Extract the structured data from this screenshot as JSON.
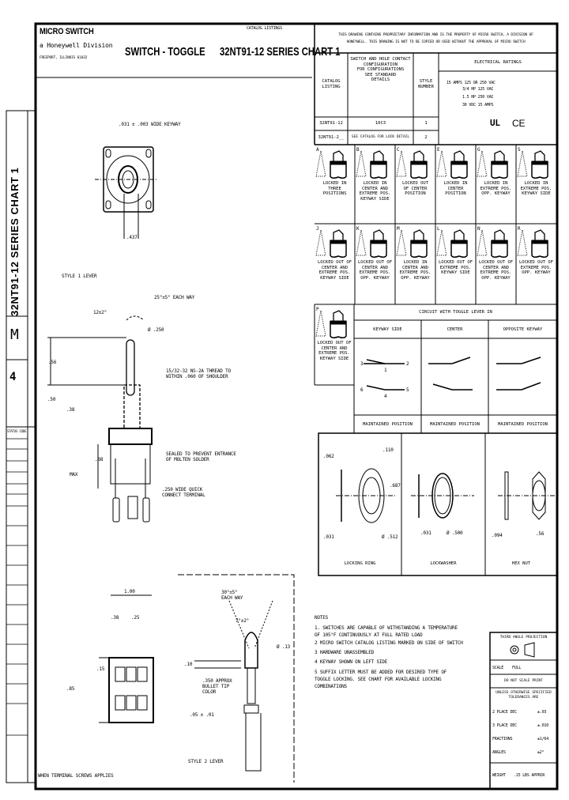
{
  "title_block": {
    "logo": "MICRO SWITCH",
    "division": "a Honeywell Division",
    "address": "FREEPORT, ILLINOIS 61032",
    "title": "SWITCH - TOGGLE",
    "chart": "32NT91-12 SERIES CHART 1",
    "catalog_listings": "CATALOG LISTINGS"
  },
  "proprietary_note": "THIS DRAWING CONTAINS PROPRIETARY INFORMATION AND IS THE PROPERTY OF MICRO SWITCH, A DIVISION OF\nHONEYWELL. THIS DRAWING IS NOT TO BE COPIED OR USED WITHOUT THE APPROVAL OF MICRO SWITCH",
  "listing_table": {
    "headers": [
      "CATALOG\nLISTING",
      "SWITCH AND HOLE CONTACT\nCONFIGURATION\nFOR CONFIGURATIONS\nSEE STANDARD\nDETAILS",
      "STYLE\nNUMBER",
      "ELECTRICAL RATINGS"
    ],
    "rows": [
      [
        "32NT91-12",
        "10C3",
        "1"
      ],
      [
        "32NT91-2__",
        "SEE CATALOG FOR LOCK DETAIL",
        "2"
      ]
    ],
    "ratings": [
      "15 AMPS 125 OR 250 VAC",
      "3/4 HP 125 VAC",
      "1.5 HP 250 VAC",
      "30 VDC 15 AMPS"
    ],
    "certifications": [
      "UL",
      "CE"
    ]
  },
  "toggle_locks": [
    {
      "letter": "A",
      "label": "LOCKED IN\nTHREE\nPOSITIONS"
    },
    {
      "letter": "B",
      "label": "LOCKED IN\nCENTER AND\nEXTREME POS.\nKEYWAY SIDE"
    },
    {
      "letter": "C",
      "label": "LOCKED OUT\nOF CENTER\nPOSITION"
    },
    {
      "letter": "E",
      "label": "LOCKED IN\nCENTER\nPOSITION"
    },
    {
      "letter": "G",
      "label": "LOCKED IN\nEXTREME POS.\nOPP. KEYWAY"
    },
    {
      "letter": "S",
      "label": "LOCKED IN\nEXTREME POS.\nKEYWAY SIDE"
    },
    {
      "letter": "J",
      "label": "LOCKED OUT OF\nCENTER AND\nEXTREME POS.\nKEYWAY SIDE"
    },
    {
      "letter": "K",
      "label": "LOCKED OUT OF\nCENTER AND\nEXTREME POS.\nOPP. KEYWAY"
    },
    {
      "letter": "M",
      "label": "LOCKED IN\nCENTER AND\nEXTREME POS.\nOPP. KEYWAY"
    },
    {
      "letter": "L",
      "label": "LOCKED OUT OF\nEXTREME POS.\nKEYWAY SIDE"
    },
    {
      "letter": "N",
      "label": "LOCKED OUT OF\nCENTER AND\nEXTREME POS.\nOPP. KEYWAY"
    },
    {
      "letter": "R",
      "label": "LOCKED OUT OF\nEXTREME POS.\nOPP. KEYWAY"
    },
    {
      "letter": "P",
      "label": "LOCKED OUT OF\nCENTER AND\nEXTREME POS.\nKEYWAY SIDE"
    }
  ],
  "circuit_table": {
    "title": "CIRCUIT WITH TOGGLE LEVER IN",
    "columns": [
      "KEYWAY SIDE",
      "CENTER",
      "OPPOSITE KEYWAY"
    ],
    "footers": [
      "MAINTAINED POSITION",
      "MAINTAINED POSITION",
      "MAINTAINED POSITION"
    ],
    "terminals": [
      "3",
      "1",
      "2",
      "6",
      "4",
      "5"
    ]
  },
  "hardware": [
    {
      "name": "LOCKING RING",
      "dims": [
        ".062",
        ".110",
        ".687",
        ".031",
        "Ø .512"
      ]
    },
    {
      "name": "LOCKWASHER",
      "dims": [
        ".031",
        "Ø .500"
      ]
    },
    {
      "name": "HEX NUT",
      "dims": [
        ".094",
        ".56"
      ]
    }
  ],
  "drawing_labels": {
    "keyway": ".031 ± .003 WIDE KEYWAY",
    "keyway_dim": ".437",
    "style1": "STYLE 1 LEVER",
    "travel1": "25°±5° EACH WAY",
    "angle1": "12±2°",
    "lever_dia": "Ø .250",
    "lever_len": ".56",
    "thread": "15/32-32 NS-2A THREAD TO\nWITHIN .060 OF SHOULDER",
    "bushing": ".50",
    "bushing2": ".38",
    "sealed": "SEALED TO PREVENT ENTRANCE\nOF MOLTEN SOLDER",
    "body": ".88",
    "max": "MAX",
    "terminal": ".250 WIDE QUICK\nCONNECT TERMINAL",
    "dim_100": "1.00",
    "dim_38": ".38",
    "dim_25": ".25",
    "dim_15": ".15",
    "dim_85": ".85",
    "dim_10": ".10",
    "travel2": "30°±5°\nEACH WAY",
    "angle2": "7°±2°",
    "tip": ".350 APPROX\nBULLET TIP\nCOLOR",
    "style2": "STYLE 2 LEVER",
    "style2_dim": ".05 ± .01",
    "style2_side": "Ø .13",
    "screws": "WHEN TERMINAL SCREWS APPLIES"
  },
  "notes": {
    "title": "NOTES",
    "items": [
      "1. SWITCHES ARE CAPABLE OF WITHSTANDING A TEMPERATURE\n   OF 105°F CONTINUOUSLY AT FULL RATED LOAD",
      "2  MICRO SWITCH CATALOG LISTING MARKED ON SIDE OF SWITCH",
      "3  HARDWARE UNASSEMBLED",
      "4  KEYWAY SHOWN ON LEFT SIDE",
      "5  SUFFIX LETTER MUST BE ADDED FOR DESIRED TYPE OF\n   TOGGLE LOCKING. SEE CHART FOR AVAILABLE LOCKING\n   COMBINATIONS"
    ]
  },
  "info_block": {
    "projection": "THIRD ANGLE PROJECTION",
    "scale_label": "SCALE",
    "scale": "FULL",
    "do_not_scale": "DO NOT SCALE PRINT",
    "tolerance_title": "UNLESS OTHERWISE SPECIFIED\nTOLERANCES ARE",
    "tolerances": [
      [
        "2 PLACE DEC",
        "±.03"
      ],
      [
        "3 PLACE DEC",
        "±.010"
      ],
      [
        "FRACTIONS",
        "±1/64"
      ],
      [
        "ANGLES",
        "±2°"
      ]
    ],
    "weight_label": "WEIGHT",
    "weight": ".15 LBS APPROX"
  },
  "side_strip": {
    "title": "32NT91-12   SERIES   CHART   1",
    "sheet": "4",
    "rev": "M",
    "status": "STATUS CODE"
  }
}
